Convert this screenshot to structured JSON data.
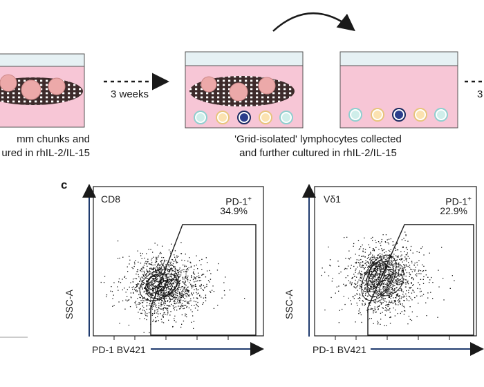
{
  "top": {
    "step_label_left": "3 weeks",
    "step_label_right": "3",
    "caption_left": [
      "mm chunks and",
      "ured in rhIL-2/IL-15"
    ],
    "caption_middle": [
      "'Grid-isolated' lymphocytes collected",
      "and further cultured in rhIL-2/IL-15"
    ],
    "well_colors": {
      "medium": "#f7c6d6",
      "rim": "#e6f1f4",
      "grid": "#3d2b2b",
      "chunk": "#eca9a9"
    },
    "cells": [
      {
        "fill": "#cfeeea",
        "ring": "#8fcfcf"
      },
      {
        "fill": "#fbe2b0",
        "ring": "#e8c47c"
      },
      {
        "fill": "#2b3e8c",
        "ring": "#1b2a60"
      },
      {
        "fill": "#fbe2b0",
        "ring": "#e8c47c"
      },
      {
        "fill": "#cfeeea",
        "ring": "#8fcfcf"
      }
    ]
  },
  "panel_c": {
    "letter": "c",
    "plots": [
      {
        "population": "CD8",
        "gate_label": "PD-1",
        "gate_sup": "+",
        "gate_value": "34.9%",
        "x_label": "PD-1 BV421",
        "y_label": "SSC-A"
      },
      {
        "population": "Vδ1",
        "gate_label": "PD-1",
        "gate_sup": "+",
        "gate_value": "22.9%",
        "x_label": "PD-1 BV421",
        "y_label": "SSC-A"
      }
    ]
  }
}
